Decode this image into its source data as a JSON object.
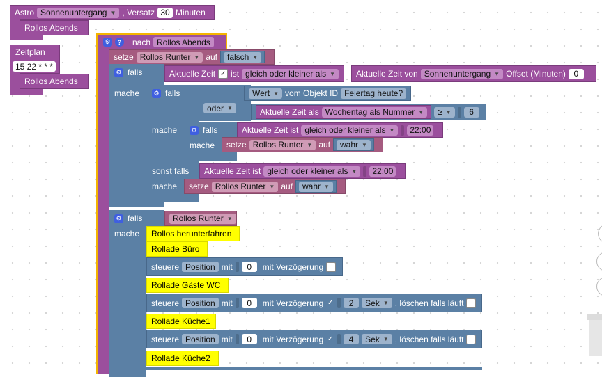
{
  "astro": {
    "label": "Astro",
    "event": "Sonnenuntergang",
    "comma_versatz": ", Versatz",
    "offset": "30",
    "unit": "Minuten",
    "call": "Rollos Abends"
  },
  "zeitplan": {
    "label": "Zeitplan",
    "cron": "15 22 * * *",
    "call": "Rollos Abends"
  },
  "func": {
    "label": "nach",
    "name": "Rollos Abends"
  },
  "set1": {
    "setze": "setze",
    "var": "Rollos Runter",
    "auf": "auf",
    "val": "falsch"
  },
  "if1": {
    "falls": "falls",
    "aktuelle_zeit": "Aktuelle Zeit",
    "ist": "ist",
    "op": "gleich oder kleiner als",
    "rhs_label": "Aktuelle Zeit von",
    "rhs_event": "Sonnenuntergang",
    "offset_label": "Offset (Minuten)",
    "offset": "0",
    "mache": "mache"
  },
  "if2": {
    "falls": "falls",
    "wert": "Wert",
    "vom_objekt": "vom Objekt ID",
    "objekt": "Feiertag heute?",
    "oder": "oder",
    "zeit_als": "Aktuelle Zeit als",
    "format": "Wochentag als Nummer",
    "op": "≥",
    "num": "6",
    "mache": "mache",
    "sonst_falls": "sonst falls"
  },
  "if3": {
    "falls": "falls",
    "aktuelle_zeit_ist": "Aktuelle Zeit ist",
    "op": "gleich oder kleiner als",
    "time": "22:00",
    "mache": "mache",
    "setze": "setze",
    "var": "Rollos Runter",
    "auf": "auf",
    "val": "wahr"
  },
  "elseif": {
    "aktuelle_zeit_ist": "Aktuelle Zeit ist",
    "op": "gleich oder kleiner als",
    "time": "22:00",
    "mache": "mache",
    "setze": "setze",
    "var": "Rollos Runter",
    "auf": "auf",
    "val": "wahr"
  },
  "if4": {
    "falls": "falls",
    "var": "Rollos Runter",
    "mache": "mache"
  },
  "comments": [
    "Rollos herunterfahren",
    "Rollade Büro",
    "Rollade Gäste WC",
    "Rollade Küche1",
    "Rollade Küche2"
  ],
  "steuere": {
    "label": "steuere",
    "prop": "Position",
    "mit": "mit",
    "val": "0",
    "delay": "mit Verzögerung",
    "d2": "2",
    "d3": "4",
    "unit": "Sek",
    "loeschen": ", löschen falls läuft"
  }
}
